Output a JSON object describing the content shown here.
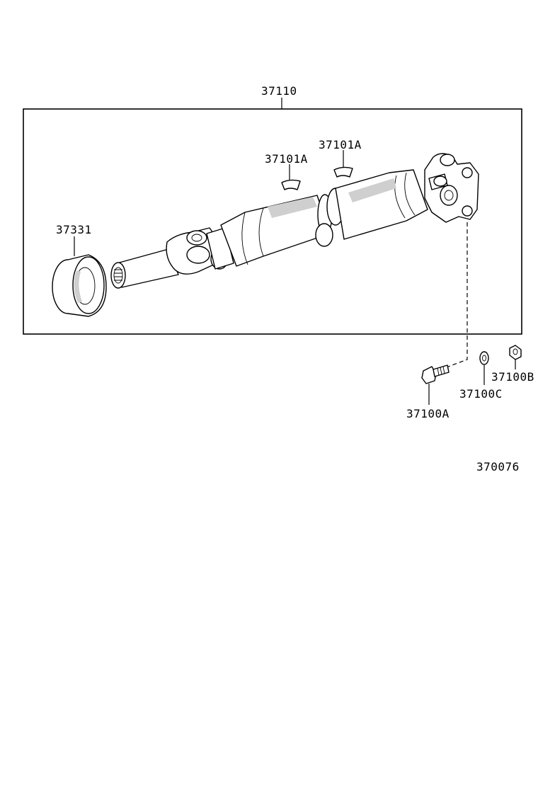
{
  "diagram": {
    "labels": {
      "assembly": "37110",
      "balance_weight_1": "37101A",
      "balance_weight_2": "37101A",
      "center_bearing": "37331",
      "nut": "37100B",
      "washer": "37100C",
      "bolt": "37100A",
      "figure_number": "370076"
    }
  }
}
